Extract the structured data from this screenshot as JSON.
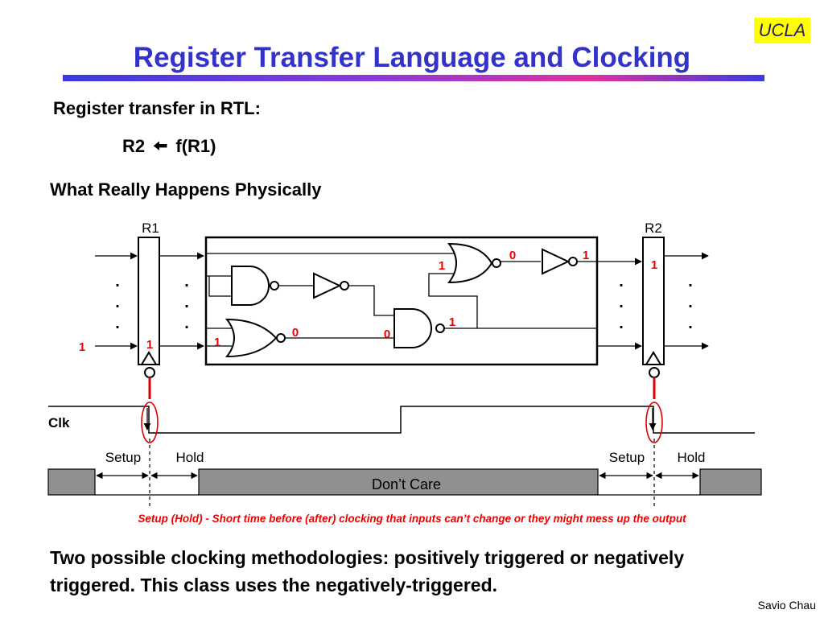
{
  "slide": {
    "title": "Register Transfer Language and Clocking",
    "logo": "UCLA",
    "subheading": "Register transfer in RTL:",
    "rtl_left": "R2",
    "rtl_right": "f(R1)",
    "section": "What Really Happens Physically",
    "footnote": "Setup (Hold) - Short time before (after) clocking that inputs can’t change or they might mess up the output",
    "conclusion": "Two possible clocking methodologies: positively triggered or negatively triggered.  This class uses the negatively-triggered.",
    "author": "Savio Chau"
  },
  "diagram": {
    "registers": [
      "R1",
      "R2"
    ],
    "clock_label": "Clk",
    "timing_labels": {
      "setup": "Setup",
      "hold": "Hold",
      "dont_care": "Don’t Care"
    },
    "dots": ".",
    "signal_values": {
      "r1_in": "1",
      "r1_out": "1",
      "or_in": "1",
      "or_out": "0",
      "and_in": "0",
      "and_out": "1",
      "nor_in": "1",
      "nor_out": "0",
      "inv_out": "1",
      "r2_out": "1"
    },
    "colors": {
      "signal_value": "#ee0000",
      "clock_marker": "#dd0000",
      "timing_box": "#909090"
    }
  }
}
